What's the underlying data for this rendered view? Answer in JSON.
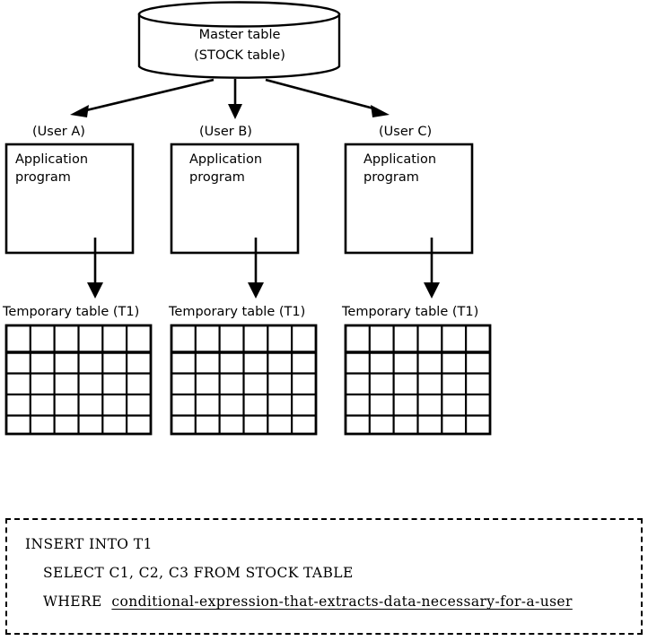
{
  "diagram": {
    "title_shape": "database-cylinder",
    "master": {
      "line1": "Master table",
      "line2": "(STOCK table)"
    },
    "columns": [
      {
        "user_label": "(User A)",
        "app_line1": "Application",
        "app_line2": "program",
        "temp_label": "Temporary table (T1)"
      },
      {
        "user_label": "(User B)",
        "app_line1": "Application",
        "app_line2": "program",
        "temp_label": "Temporary table (T1)"
      },
      {
        "user_label": "(User C)",
        "app_line1": "Application",
        "app_line2": "program",
        "temp_label": "Temporary table (T1)"
      }
    ],
    "grid": {
      "columns": 6,
      "rows": 5,
      "header_separator_after_row": 1
    },
    "sql": {
      "line1": "INSERT INTO T1",
      "line2": "SELECT C1, C2, C3 FROM STOCK TABLE",
      "line3_keyword": "WHERE",
      "line3_expression": "conditional-expression-that-extracts-data-necessary-for-a-user"
    },
    "colors": {
      "ink": "#000000",
      "background": "#ffffff"
    }
  }
}
